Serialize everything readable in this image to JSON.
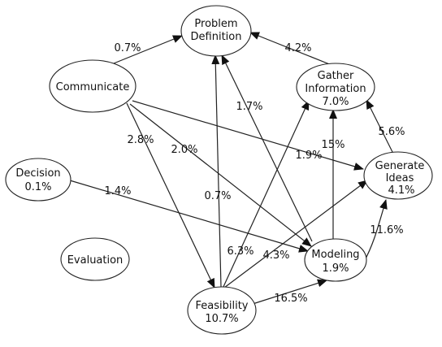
{
  "nodes": [
    {
      "id": "problem",
      "lines": [
        "Problem",
        "Definition"
      ]
    },
    {
      "id": "gather",
      "lines": [
        "Gather",
        "Information",
        "7.0%"
      ]
    },
    {
      "id": "communicate",
      "lines": [
        "Communicate"
      ]
    },
    {
      "id": "decision",
      "lines": [
        "Decision",
        "0.1%"
      ]
    },
    {
      "id": "generate",
      "lines": [
        "Generate",
        "Ideas",
        "4.1%"
      ]
    },
    {
      "id": "evaluation",
      "lines": [
        "Evaluation"
      ]
    },
    {
      "id": "modeling",
      "lines": [
        "Modeling",
        "1.9%"
      ]
    },
    {
      "id": "feasibility",
      "lines": [
        "Feasibility",
        "10.7%"
      ]
    }
  ],
  "edges": [
    {
      "id": "comm-problem",
      "from": "communicate",
      "to": "problem",
      "label": "0.7%"
    },
    {
      "id": "gather-problem",
      "from": "gather",
      "to": "problem",
      "label": "4.2%"
    },
    {
      "id": "modeling-problem",
      "from": "modeling",
      "to": "problem",
      "label": "1.7%"
    },
    {
      "id": "feas-problem",
      "from": "feasibility",
      "to": "problem",
      "label": "0.7%"
    },
    {
      "id": "comm-feas",
      "from": "communicate",
      "to": "feasibility",
      "label": "2.8%"
    },
    {
      "id": "comm-modeling",
      "from": "communicate",
      "to": "modeling",
      "label": "2.0%"
    },
    {
      "id": "comm-generate",
      "from": "communicate",
      "to": "generate",
      "label": "1.9%"
    },
    {
      "id": "decision-modeling",
      "from": "decision",
      "to": "modeling",
      "label": "1.4%"
    },
    {
      "id": "generate-gather",
      "from": "generate",
      "to": "gather",
      "label": "5.6%"
    },
    {
      "id": "modeling-gather",
      "from": "modeling",
      "to": "gather",
      "label": "15%"
    },
    {
      "id": "modeling-generate",
      "from": "modeling",
      "to": "generate",
      "label": "11.6%"
    },
    {
      "id": "feas-gather",
      "from": "feasibility",
      "to": "gather",
      "label": "6.3%"
    },
    {
      "id": "feas-generate",
      "from": "feasibility",
      "to": "generate",
      "label": "4.3%"
    },
    {
      "id": "feas-modeling",
      "from": "feasibility",
      "to": "modeling",
      "label": "16.5%"
    }
  ]
}
